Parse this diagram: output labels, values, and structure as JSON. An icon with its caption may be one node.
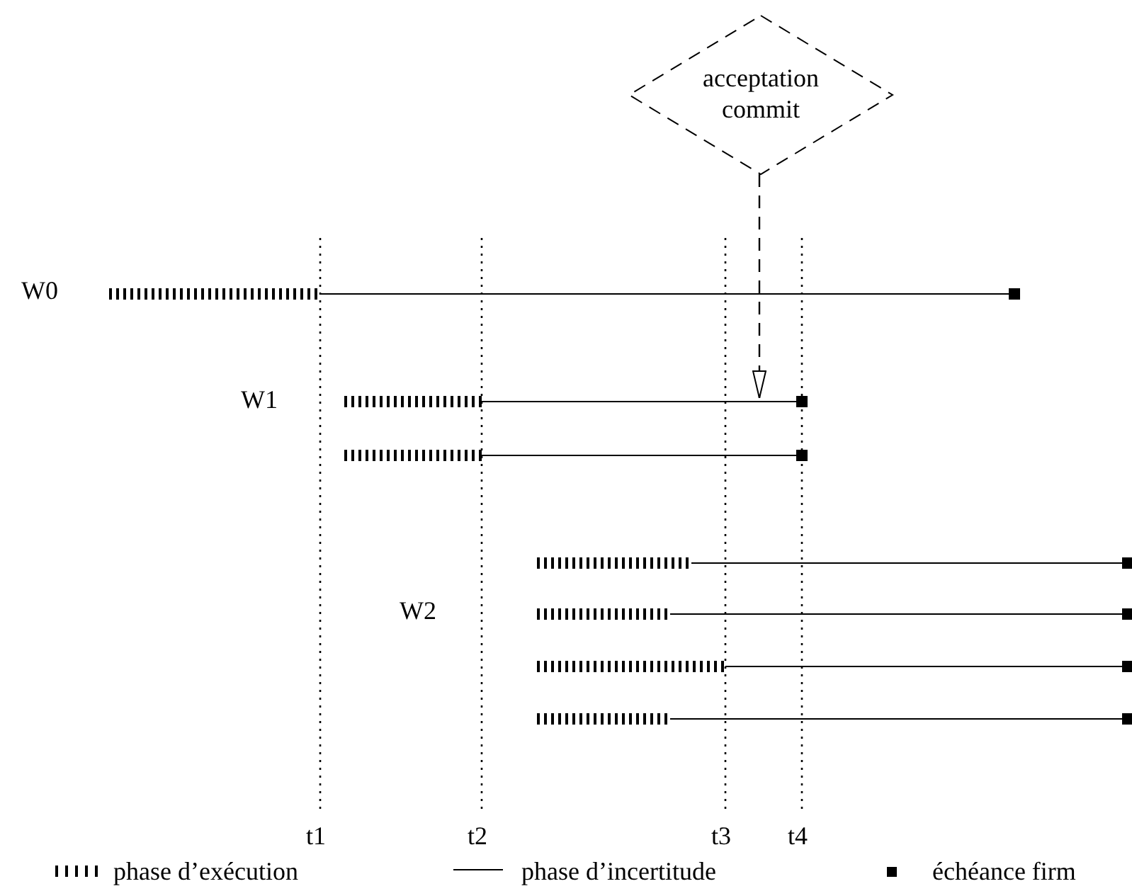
{
  "diagram": {
    "nodes": [
      {
        "text": [
          "acceptation commit"
        ]
      },
      {
        "text": [],
        "shape": "bar"
      },
      {
        "text": [],
        "shape": "bar"
      },
      {
        "text": [],
        "shape": "bar"
      },
      {
        "text": [],
        "shape": "bar"
      },
      {
        "text": [],
        "shape": "bar"
      },
      {
        "text": [],
        "shape": "bar"
      },
      {
        "text": [],
        "shape": "bar"
      }
    ],
    "edges": [
      {
        "from": 0,
        "to": 2,
        "arrow": "to",
        "style": "dashed"
      }
    ],
    "labels": [
      "W0",
      "W1",
      "W2",
      "t1",
      "t2",
      "t3",
      "t4"
    ],
    "legend": [
      {
        "text": "phase d’exécution"
      },
      {
        "text": "phase d’incertitude"
      },
      {
        "text": "échéance firm"
      }
    ]
  }
}
